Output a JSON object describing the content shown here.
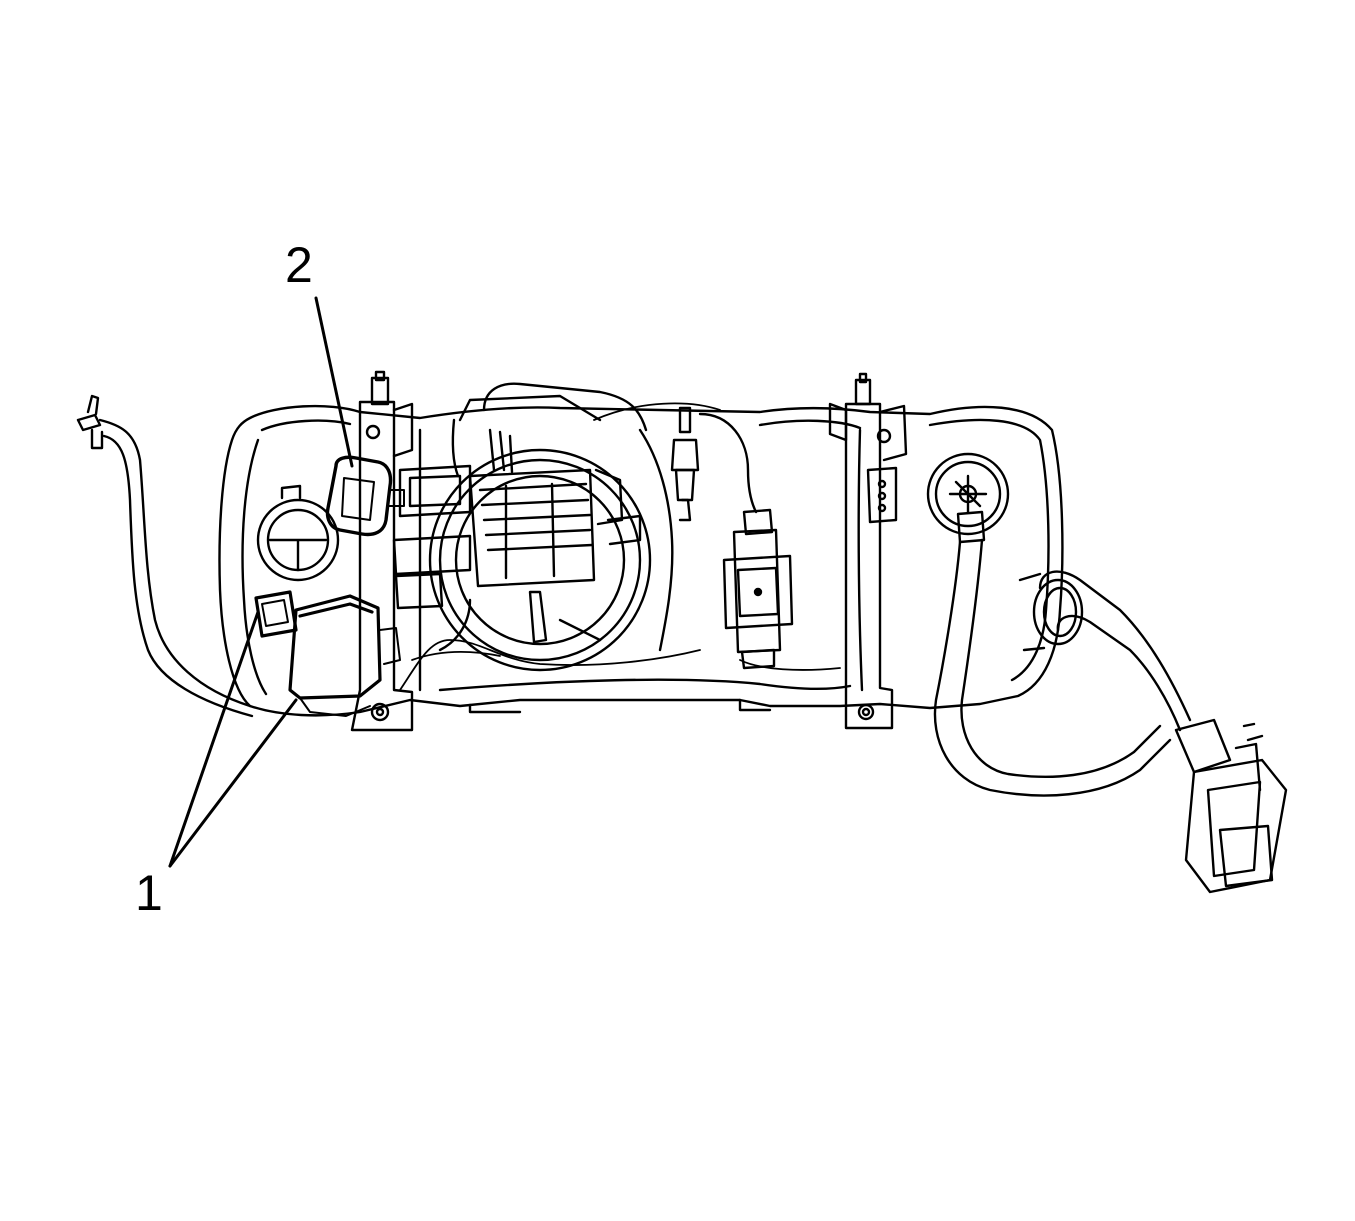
{
  "callouts": [
    {
      "id": "1",
      "text": "1"
    },
    {
      "id": "2",
      "text": "2"
    }
  ],
  "colors": {
    "line": "#000000",
    "background": "#ffffff"
  }
}
